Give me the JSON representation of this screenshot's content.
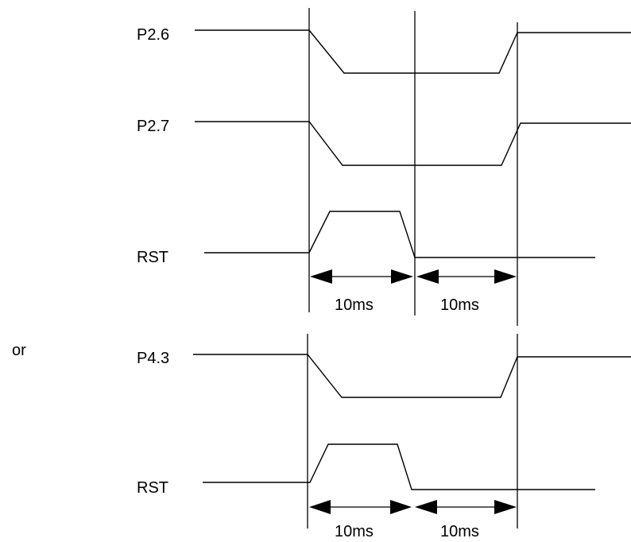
{
  "top_section": {
    "signals": [
      {
        "label": "P2.6"
      },
      {
        "label": "P2.7"
      },
      {
        "label": "RST"
      }
    ],
    "durations": [
      "10ms",
      "10ms"
    ]
  },
  "connector": "or",
  "bottom_section": {
    "signals": [
      {
        "label": "P4.3"
      },
      {
        "label": "RST"
      }
    ],
    "durations": [
      "10ms",
      "10ms"
    ]
  }
}
